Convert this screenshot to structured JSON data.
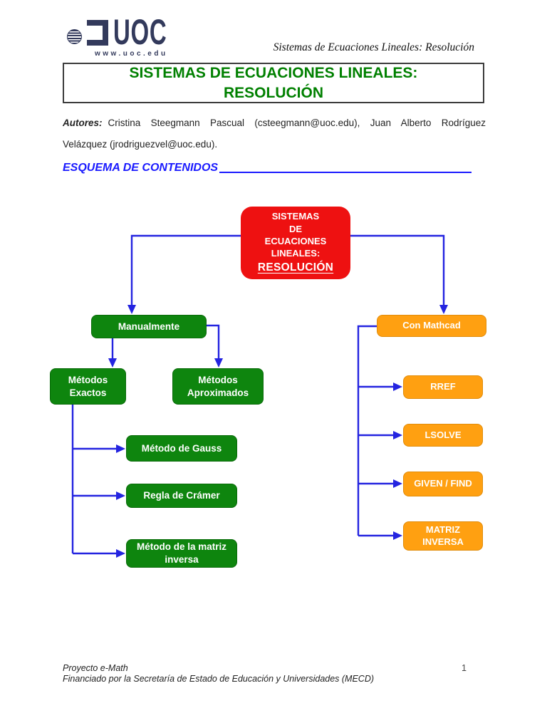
{
  "theme": {
    "navy": "#333A5C",
    "title_green": "#008000",
    "heading_blue": "#1A1AFF",
    "line_blue": "#2424E0",
    "node_red": "#EE1111",
    "node_green": "#0E850E",
    "node_orange": "#FFA011",
    "text_dark": "#1A1A1A",
    "page_bg": "#FFFFFF"
  },
  "header": {
    "logo": {
      "text": "UOC",
      "url": "www.uoc.edu"
    },
    "running_title": "Sistemas de Ecuaciones Lineales: Resolución"
  },
  "title_box": {
    "line1": "SISTEMAS DE ECUACIONES LINEALES:",
    "line2": "RESOLUCIÓN"
  },
  "authors": {
    "label": "Autores:",
    "text": "Cristina Steegmann Pascual (csteegmann@uoc.edu), Juan Alberto Rodríguez Velázquez (jrodriguezvel@uoc.edu)."
  },
  "section_heading": "ESQUEMA DE CONTENIDOS",
  "diagram": {
    "nodes": {
      "root": {
        "lines": "SISTEMAS\nDE\nECUACIONES\nLINEALES:",
        "emphasis": "RESOLUCIÓN"
      },
      "manualmente": {
        "label": "Manualmente"
      },
      "metodos_exactos": {
        "label": "Métodos\nExactos"
      },
      "metodos_aproximados": {
        "label": "Métodos\nAproximados"
      },
      "gauss": {
        "label": "Método de Gauss"
      },
      "cramer": {
        "label": "Regla de Crámer"
      },
      "matriz_inversa_manual": {
        "label": "Método de la matriz\ninversa"
      },
      "con_mathcad": {
        "label": "Con Mathcad"
      },
      "rref": {
        "label": "RREF"
      },
      "lsolve": {
        "label": "LSOLVE"
      },
      "given_find": {
        "label": "GIVEN / FIND"
      },
      "matriz_inversa_mathcad": {
        "label": "MATRIZ\nINVERSA"
      }
    }
  },
  "footer": {
    "line1": "Proyecto e-Math",
    "line2": "Financiado por la Secretaría de Estado de Educación y Universidades (MECD)",
    "page_number": "1"
  }
}
